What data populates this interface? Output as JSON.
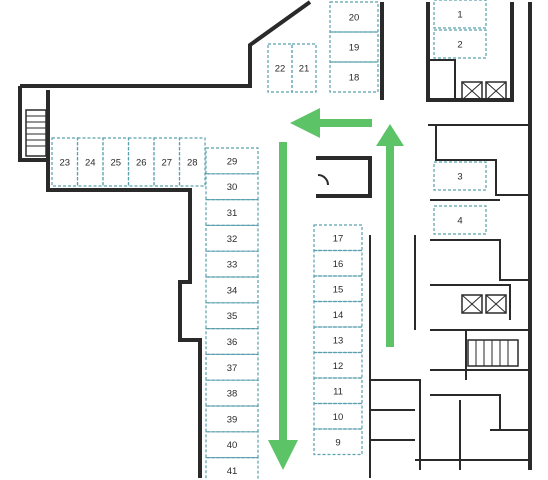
{
  "spaces": {
    "top_right_col": [
      "20",
      "19",
      "18"
    ],
    "top_pair": [
      "22",
      "21"
    ],
    "left_row": [
      "23",
      "24",
      "25",
      "26",
      "27",
      "28"
    ],
    "west_col": [
      "29",
      "30",
      "31",
      "32",
      "33",
      "34",
      "35",
      "36",
      "37",
      "38",
      "39",
      "40",
      "41"
    ],
    "middle_col": [
      "17",
      "16",
      "15",
      "14",
      "13",
      "12",
      "11",
      "10",
      "9"
    ],
    "east_col": [
      "1",
      "2",
      "3",
      "4"
    ]
  },
  "colors": {
    "arrow": "#5cc466",
    "wall": "#2a2a2a",
    "slot_outline": "#5aa0ae"
  },
  "icons": {
    "stairs": "stairs-icon",
    "elevator": "elevator-icon",
    "direction": "arrow-icon"
  }
}
